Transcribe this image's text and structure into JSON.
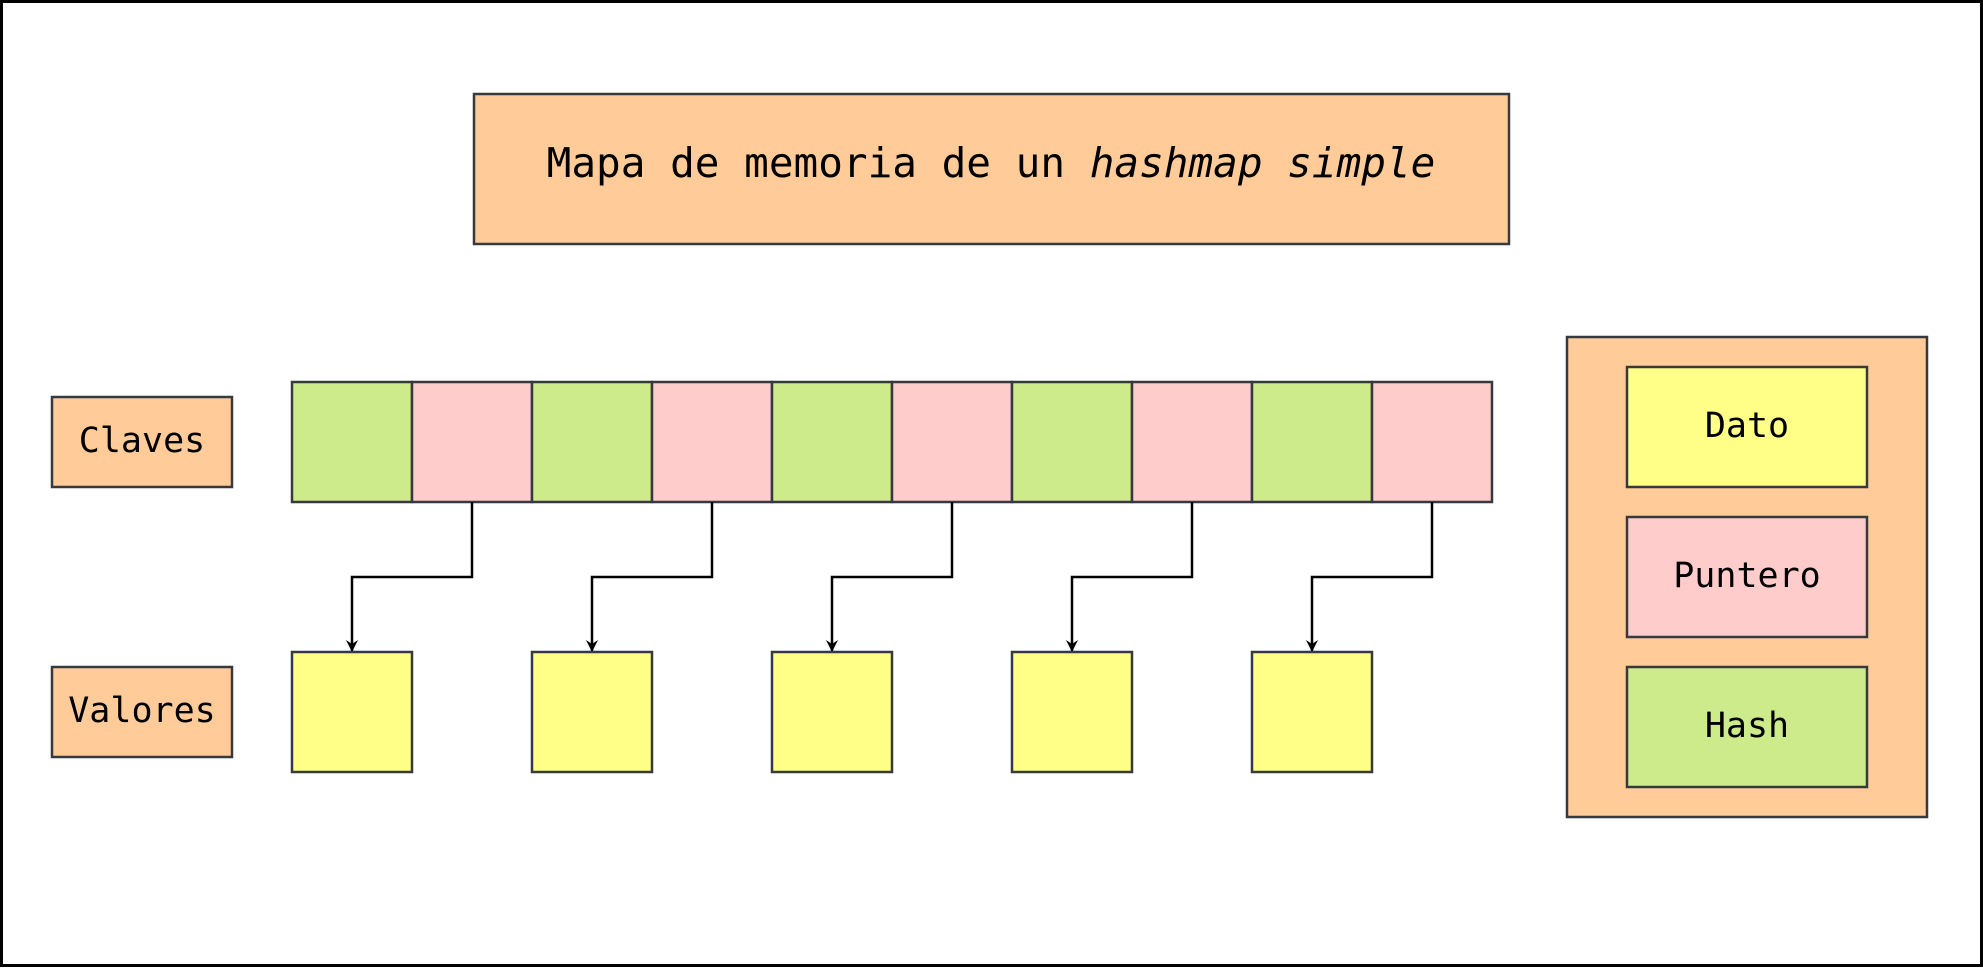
{
  "title": {
    "plain": "Mapa de memoria de un ",
    "emphasis": "hashmap simple"
  },
  "row_labels": {
    "keys": "Claves",
    "values": "Valores"
  },
  "key_cells": [
    "hash",
    "pointer",
    "hash",
    "pointer",
    "hash",
    "pointer",
    "hash",
    "pointer",
    "hash",
    "pointer"
  ],
  "value_cell_count": 5,
  "legend": {
    "items": [
      {
        "type": "data",
        "label": "Dato"
      },
      {
        "type": "pointer",
        "label": "Puntero"
      },
      {
        "type": "hash",
        "label": "Hash"
      }
    ]
  },
  "colors": {
    "label_fill": "#FFCC99",
    "hash_fill": "#CDEB8B",
    "pointer_fill": "#FFCCCC",
    "data_fill": "#FFFF88",
    "stroke": "#36393D",
    "arrow": "#000000",
    "frame": "#000000"
  }
}
